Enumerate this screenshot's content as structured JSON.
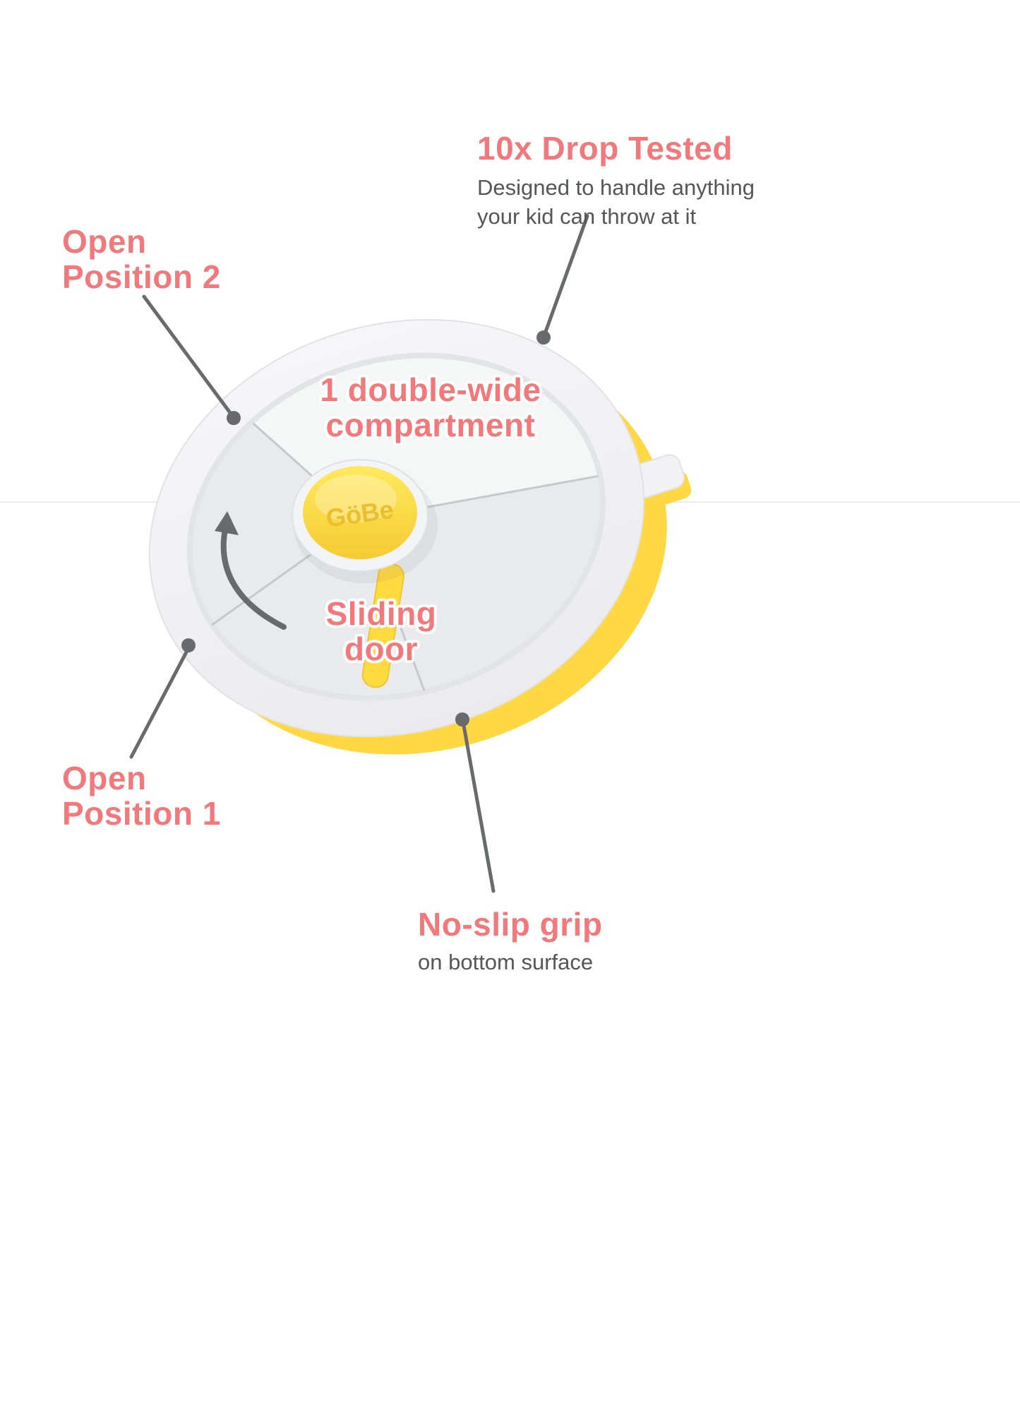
{
  "colors": {
    "coral": "#F1797B",
    "gray_text": "#55565A",
    "line_gray": "#696A6C",
    "yellow": "#FFD948",
    "knob_yellow": "#FFE14D",
    "lid_gray": "#EBECEE"
  },
  "product": {
    "logo": "GöBe"
  },
  "annotations": {
    "drop_tested": {
      "title": "10x Drop Tested",
      "desc_line1": "Designed to handle anything",
      "desc_line2": "your kid can throw at it"
    },
    "open_position_2": {
      "line1": "Open",
      "line2": "Position 2"
    },
    "double_wide": {
      "line1": "1 double-wide",
      "line2": "compartment"
    },
    "sliding_door": {
      "line1": "Sliding",
      "line2": "door"
    },
    "open_position_1": {
      "line1": "Open",
      "line2": "Position 1"
    },
    "no_slip_grip": {
      "title": "No-slip grip",
      "subtitle": "on bottom surface"
    }
  }
}
